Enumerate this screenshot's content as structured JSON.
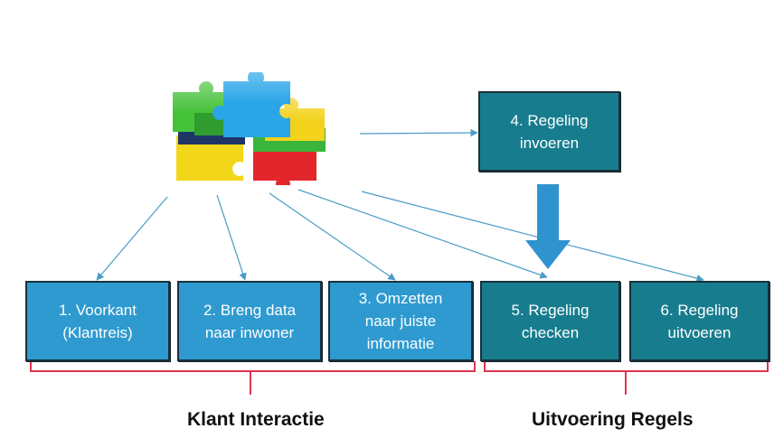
{
  "boxes": {
    "b1": "1.   Voorkant\n(Klantreis)",
    "b2": "2. Breng data\nnaar inwoner",
    "b3": "3. Omzetten\nnaar juiste\ninformatie",
    "b4": "4. Regeling\ninvoeren",
    "b5": "5. Regeling\nchecken",
    "b6": "6. Regeling\nuitvoeren"
  },
  "captions": {
    "left": "Klant Interactie",
    "right": "Uitvoering Regels"
  },
  "colors": {
    "blue": "#2e9ad0",
    "teal": "#177d8e",
    "brace": "#e0344f",
    "arrow": "#4a9cc7"
  }
}
